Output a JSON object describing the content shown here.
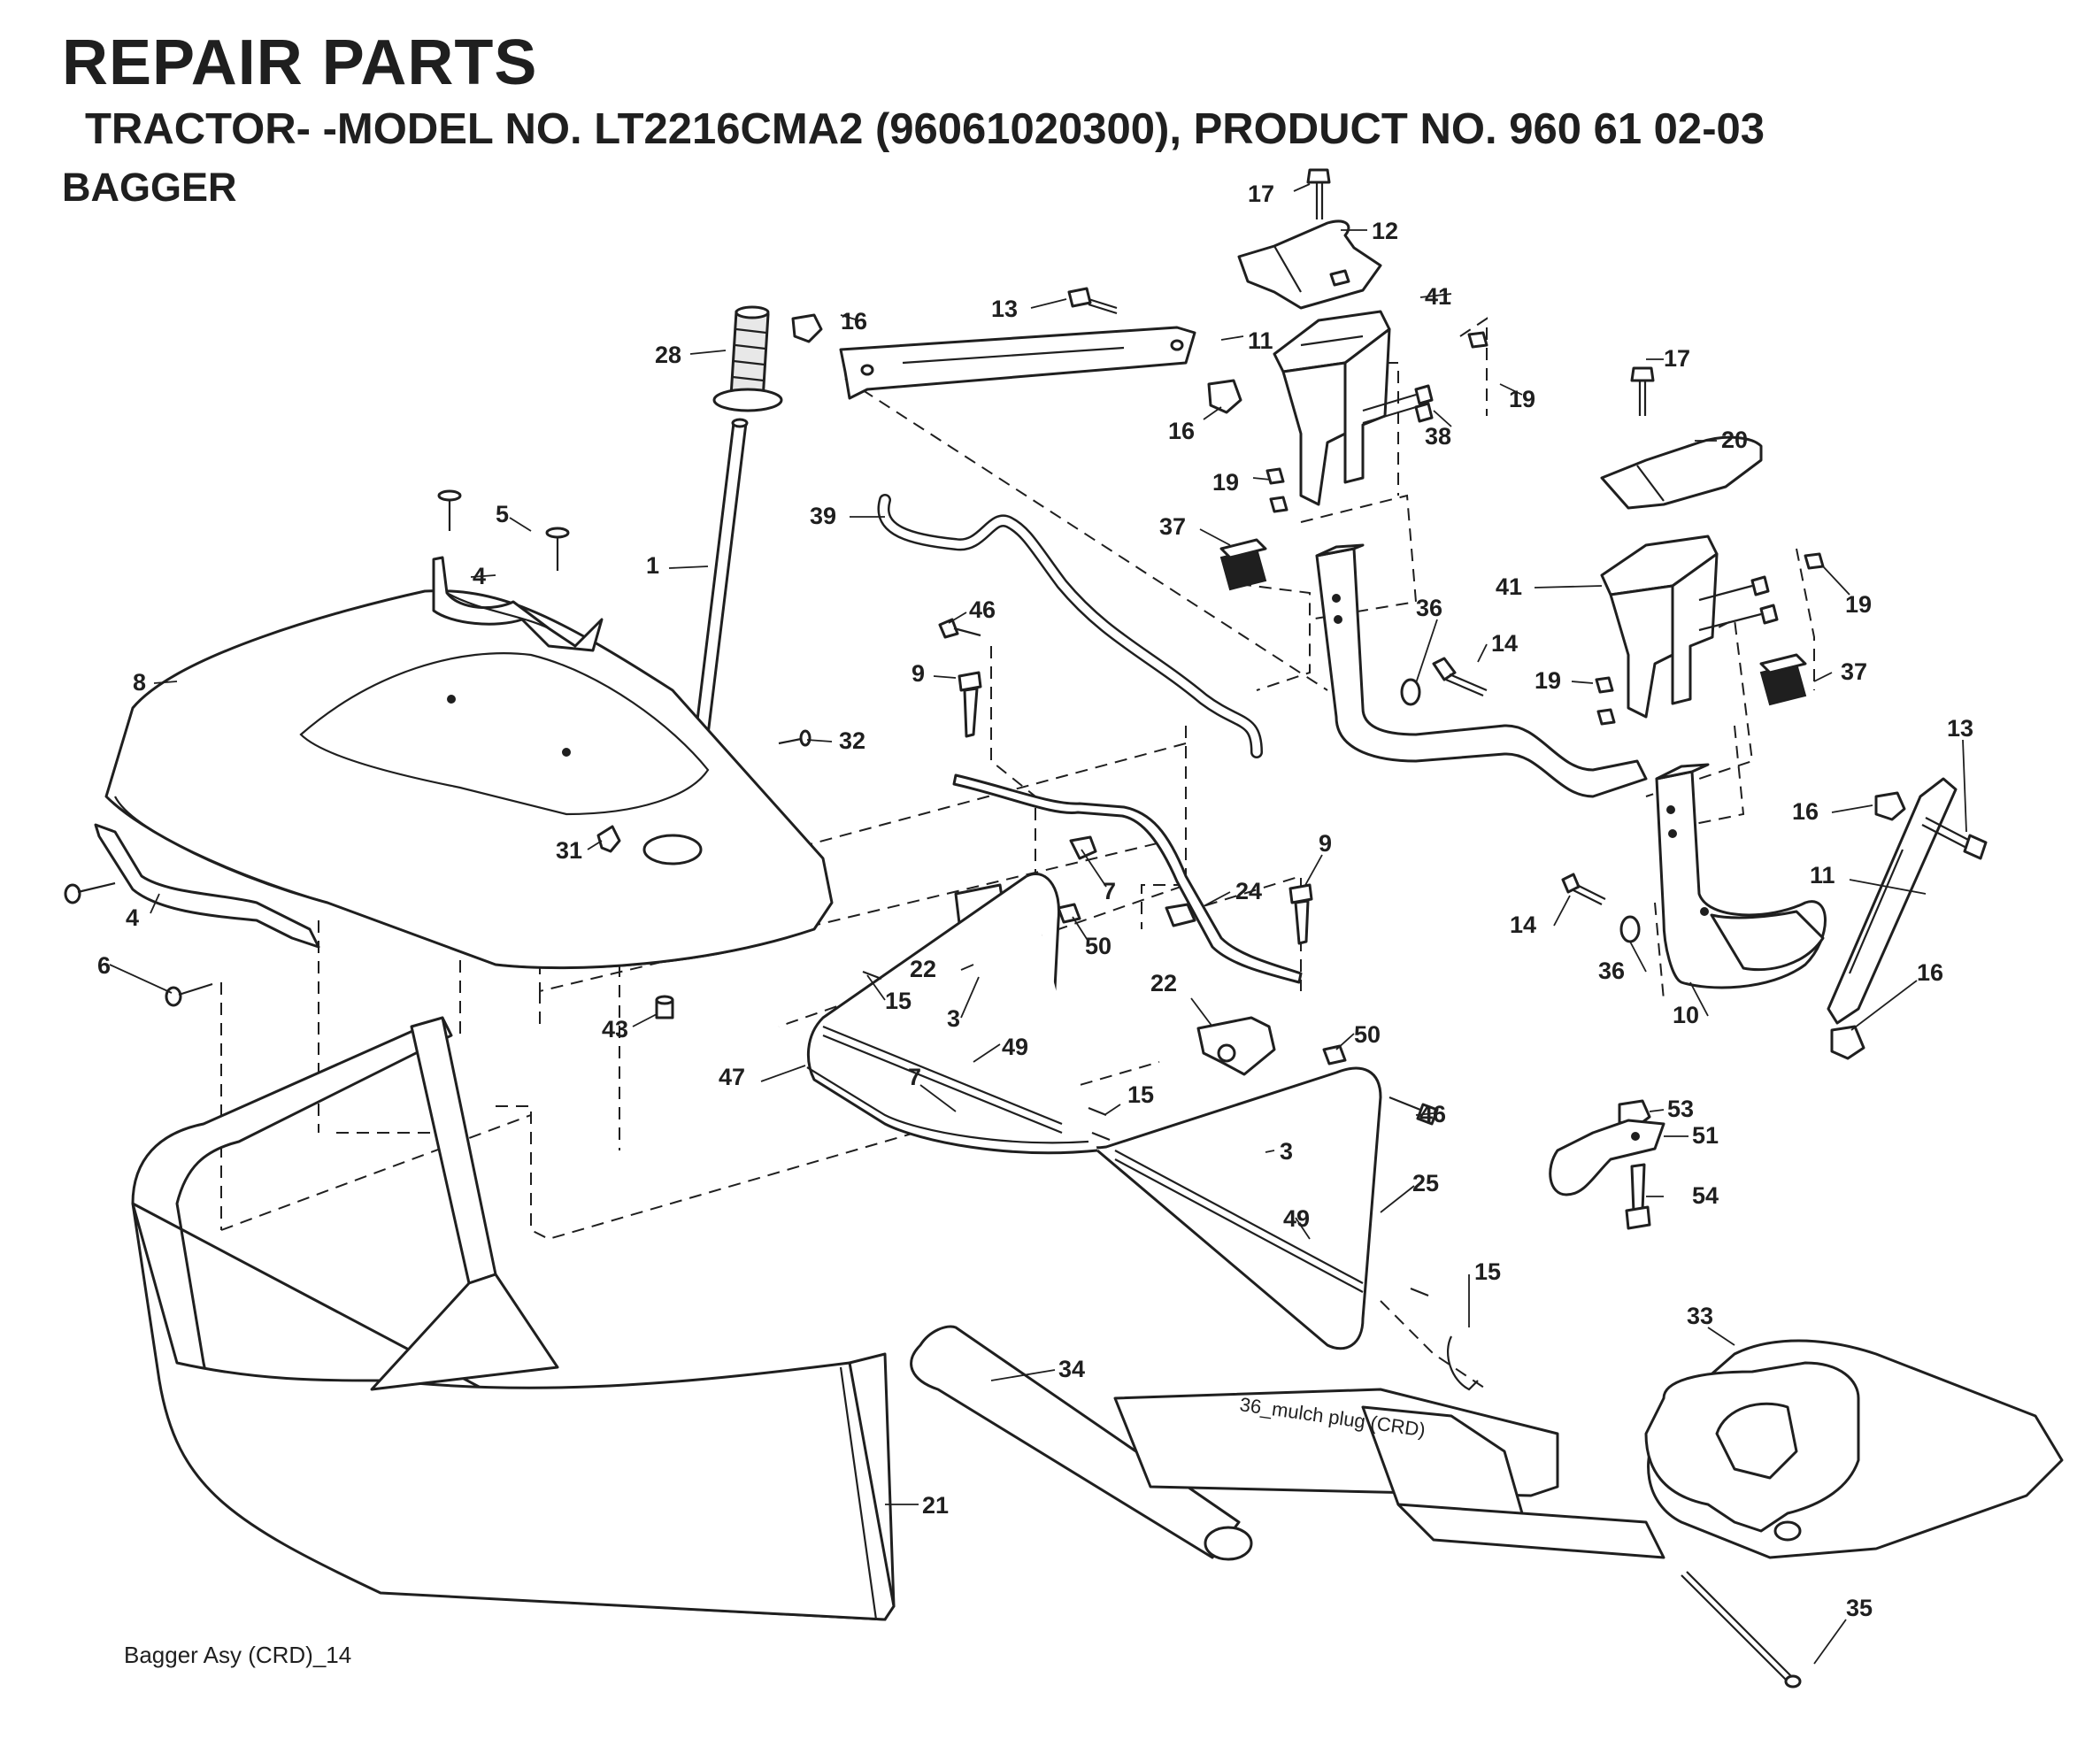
{
  "header": {
    "title": "REPAIR PARTS",
    "model_line": "TRACTOR- -MODEL NO. LT2216CMA2 (96061020300), PRODUCT NO. 960 61 02-03",
    "section": "BAGGER"
  },
  "footer": {
    "caption": "Bagger Asy (CRD)_14"
  },
  "note": {
    "mulch_plug": "36_mulch plug (CRD)"
  },
  "callouts": [
    "17",
    "12",
    "13",
    "11",
    "16",
    "41",
    "28",
    "19",
    "16",
    "38",
    "17",
    "20",
    "19",
    "39",
    "37",
    "5",
    "1",
    "41",
    "19",
    "4",
    "46",
    "36",
    "14",
    "8",
    "9",
    "19",
    "37",
    "32",
    "13",
    "16",
    "31",
    "9",
    "7",
    "24",
    "11",
    "4",
    "50",
    "14",
    "6",
    "22",
    "15",
    "36",
    "3",
    "10",
    "16",
    "43",
    "22",
    "50",
    "53",
    "47",
    "49",
    "7",
    "15",
    "51",
    "46",
    "3",
    "25",
    "54",
    "49",
    "15",
    "33",
    "34",
    "21",
    "35"
  ]
}
